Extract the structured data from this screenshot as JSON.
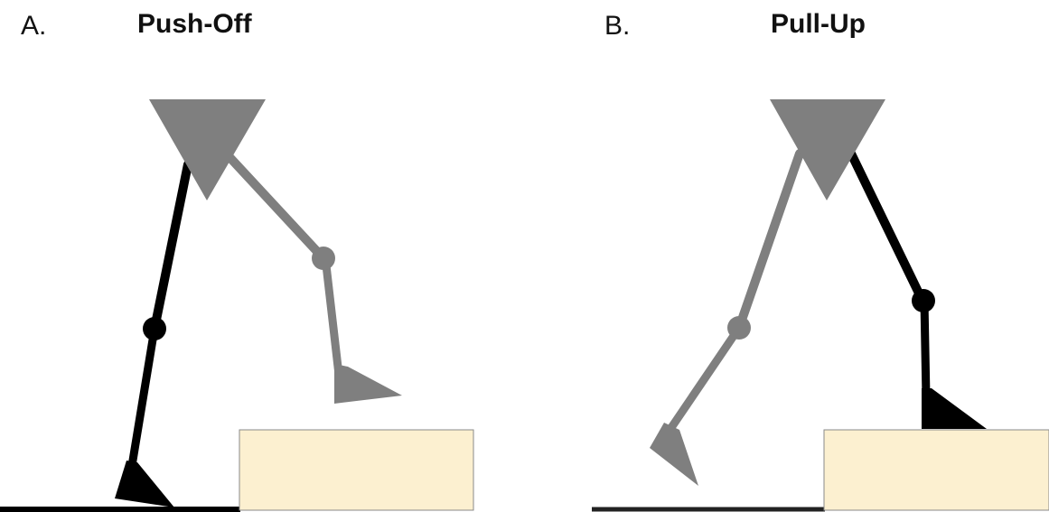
{
  "panels": [
    {
      "letter": "A.",
      "title": "Push-Off"
    },
    {
      "letter": "B.",
      "title": "Pull-Up"
    }
  ],
  "colors": {
    "stance_leg": "#000000",
    "swing_leg": "#7f7f7f",
    "pelvis": "#7f7f7f",
    "step": "#fcf0d0",
    "step_border": "#8a8a8a",
    "ground": "#000000"
  }
}
